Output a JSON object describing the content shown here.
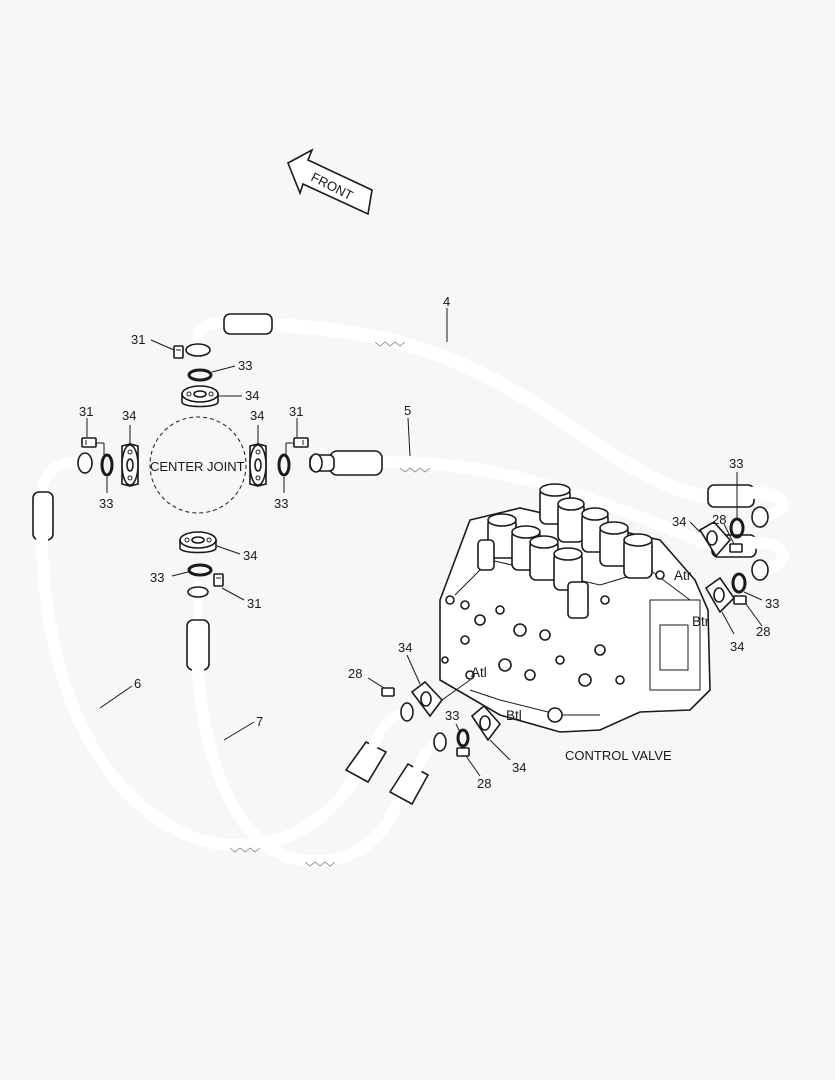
{
  "direction_label": "FRONT",
  "center_joint_label": "CENTER JOINT",
  "control_valve_label": "CONTROL VALVE",
  "port_labels": {
    "atr": "Atr",
    "btr": "Btr",
    "atl": "Atl",
    "btl": "Btl"
  },
  "callouts": {
    "hose_4": "4",
    "hose_5": "5",
    "hose_6": "6",
    "hose_7": "7",
    "bolt_31_top": "31",
    "oring_33_top": "33",
    "flange_34_top": "34",
    "bolt_31_left": "31",
    "flange_34_left": "34",
    "oring_33_left": "33",
    "flange_34_right": "34",
    "bolt_31_right": "31",
    "oring_33_right": "33",
    "flange_34_bottom": "34",
    "oring_33_bottom": "33",
    "bolt_31_bottom": "31",
    "oring_33_valve_top": "33",
    "flange_34_valve_top": "34",
    "bolt_28_valve_top": "28",
    "oring_33_valve_mid": "33",
    "bolt_28_valve_mid": "28",
    "flange_34_valve_mid": "34",
    "flange_34_atl": "34",
    "bolt_28_atl": "28",
    "oring_33_btl": "33",
    "flange_34_btl": "34",
    "bolt_28_btl": "28"
  }
}
